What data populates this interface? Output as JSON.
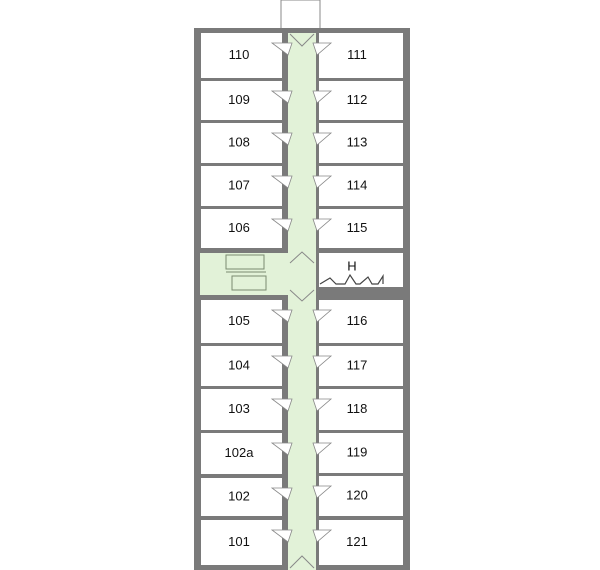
{
  "floor_plan": {
    "colors": {
      "wall": "#7a7a7a",
      "corridor": "#e2f2d8",
      "room": "#ffffff"
    },
    "left_rooms": [
      "110",
      "109",
      "108",
      "107",
      "106",
      "105",
      "104",
      "103",
      "102a",
      "102",
      "101"
    ],
    "right_rooms": [
      "111",
      "112",
      "113",
      "114",
      "115",
      "116",
      "117",
      "118",
      "119",
      "120",
      "121"
    ],
    "special_room": "H"
  }
}
